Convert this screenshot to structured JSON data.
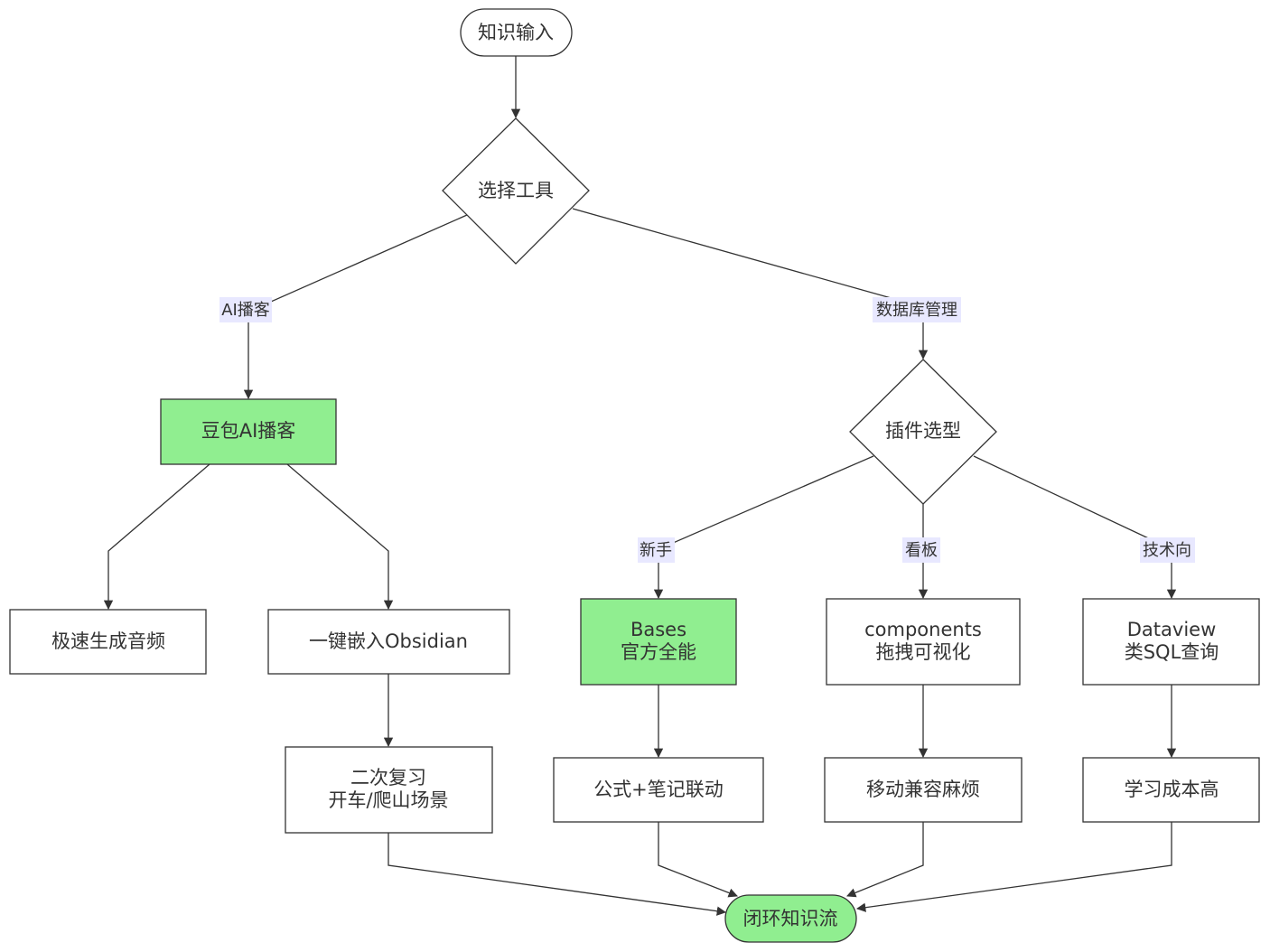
{
  "colors": {
    "stroke": "#333333",
    "node_fill": "#ffffff",
    "highlight_fill": "#90ee90",
    "edge_label_bg": "#e8e8ff"
  },
  "nodes": {
    "input": {
      "lines": [
        "知识输入"
      ],
      "shape": "stadium"
    },
    "choose_tool": {
      "lines": [
        "选择工具"
      ],
      "shape": "diamond"
    },
    "doubao": {
      "lines": [
        "豆包AI播客"
      ],
      "shape": "rect",
      "highlight": true
    },
    "fast_audio": {
      "lines": [
        "极速生成音频"
      ],
      "shape": "rect"
    },
    "embed_obsidian": {
      "lines": [
        "一键嵌入Obsidian"
      ],
      "shape": "rect"
    },
    "review": {
      "lines": [
        "二次复习",
        "开车/爬山场景"
      ],
      "shape": "rect"
    },
    "plugin_select": {
      "lines": [
        "插件选型"
      ],
      "shape": "diamond"
    },
    "bases": {
      "lines": [
        "Bases",
        "官方全能"
      ],
      "shape": "rect",
      "highlight": true
    },
    "components": {
      "lines": [
        "components",
        "拖拽可视化"
      ],
      "shape": "rect"
    },
    "dataview": {
      "lines": [
        "Dataview",
        "类SQL查询"
      ],
      "shape": "rect"
    },
    "formula": {
      "lines": [
        "公式+笔记联动"
      ],
      "shape": "rect"
    },
    "mobile": {
      "lines": [
        "移动兼容麻烦"
      ],
      "shape": "rect"
    },
    "learning": {
      "lines": [
        "学习成本高"
      ],
      "shape": "rect"
    },
    "closed_loop": {
      "lines": [
        "闭环知识流"
      ],
      "shape": "stadium",
      "highlight": true
    }
  },
  "edge_labels": {
    "ai_podcast": "AI播客",
    "db_manage": "数据库管理",
    "beginner": "新手",
    "kanban": "看板",
    "tech": "技术向"
  }
}
